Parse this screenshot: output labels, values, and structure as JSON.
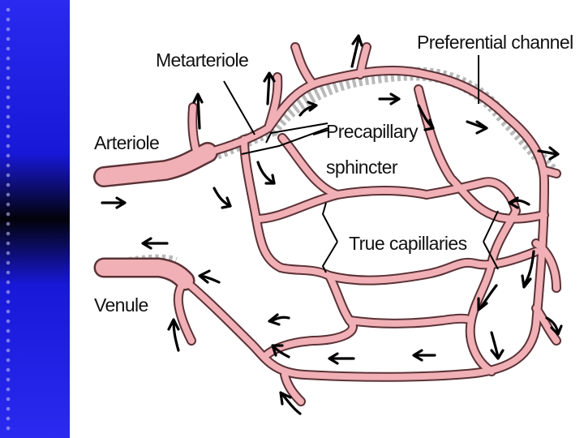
{
  "labels": {
    "metarteriole": "Metarteriole",
    "preferential_channel": "Preferential channel",
    "arteriole": "Arteriole",
    "precapillary_1": "Precapillary",
    "precapillary_2": "sphincter",
    "true_capillaries": "True capillaries",
    "venule": "Venule"
  },
  "colors": {
    "vessel_fill": "#f0b0b5",
    "vessel_outline": "#5a3236",
    "sphincter_rings": "#b9b9b9",
    "arrow": "#000000",
    "sidebar_blue": "#2020e0",
    "background": "#ffffff"
  }
}
